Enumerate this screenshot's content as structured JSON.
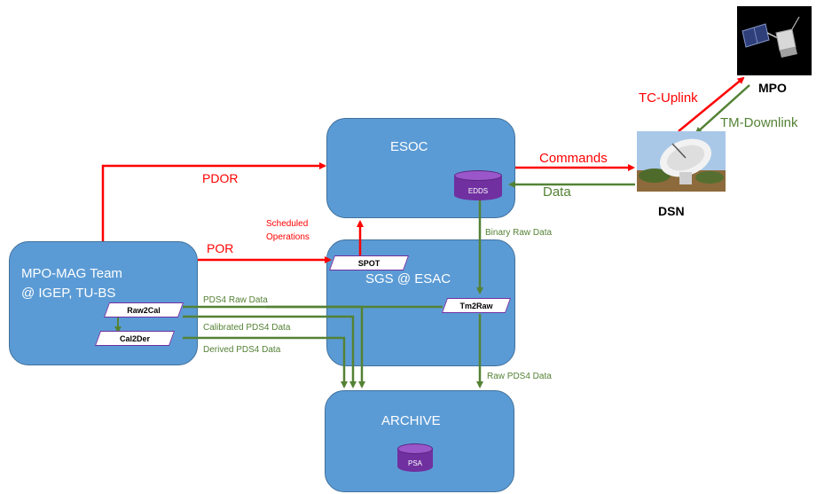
{
  "nodes": {
    "esoc": "ESOC",
    "edds": "EDDS",
    "sgs": "SGS @ ESAC",
    "spot": "SPOT",
    "tm2raw": "Tm2Raw",
    "team_line1": "MPO-MAG Team",
    "team_line2": "@ IGEP, TU-BS",
    "raw2cal": "Raw2Cal",
    "cal2der": "Cal2Der",
    "archive": "ARCHIVE",
    "psa": "PSA",
    "dsn": "DSN",
    "mpo": "MPO"
  },
  "flows": {
    "pdor": "PDOR",
    "por": "POR",
    "scheduled_line1": "Scheduled",
    "scheduled_line2": "Operations",
    "commands": "Commands",
    "data": "Data",
    "tc_uplink": "TC-Uplink",
    "tm_downlink": "TM-Downlink",
    "binary_raw": "Binary Raw Data",
    "pds4_raw": "PDS4 Raw Data",
    "calibrated": "Calibrated  PDS4 Data",
    "derived": "Derived  PDS4 Data",
    "raw_pds4": "Raw PDS4 Data"
  },
  "colors": {
    "box": "#5b9bd5",
    "uplink_red": "#ff0000",
    "downlink_green": "#548235",
    "database_purple": "#7030a0"
  },
  "icons": {
    "dsn": "ground-station-antenna-photo",
    "mpo": "spacecraft-photo"
  }
}
